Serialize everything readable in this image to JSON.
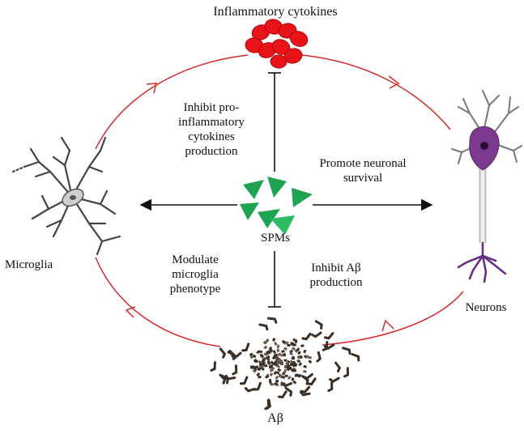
{
  "nodes": {
    "cytokines": {
      "label": "Inflammatory cytokines",
      "icon": "red-cell-cluster-icon",
      "color": "#e8141a"
    },
    "microglia": {
      "label": "Microglia",
      "icon": "microglia-cell-icon",
      "color": "#555555"
    },
    "neurons": {
      "label": "Neurons",
      "icon": "neuron-cell-icon",
      "color": "#7b3a8e"
    },
    "abeta": {
      "label": "Aβ",
      "icon": "amyloid-beta-aggregate-icon",
      "color": "#3a2e25"
    },
    "spms": {
      "label": "SPMs",
      "icon": "green-triangles-icon",
      "color": "#1ea352"
    }
  },
  "edges": {
    "inhibit_cytokines": [
      "Inhibit pro-",
      "inflammatory",
      "cytokines",
      "production"
    ],
    "promote_survival": [
      "Promote neuronal",
      "survival"
    ],
    "modulate_microglia": [
      "Modulate",
      "microglia",
      "phenotype"
    ],
    "inhibit_abeta": [
      "Inhibit Aβ",
      "production"
    ]
  },
  "colors": {
    "cycle": "#d42a2a",
    "arrow": "#111111"
  }
}
